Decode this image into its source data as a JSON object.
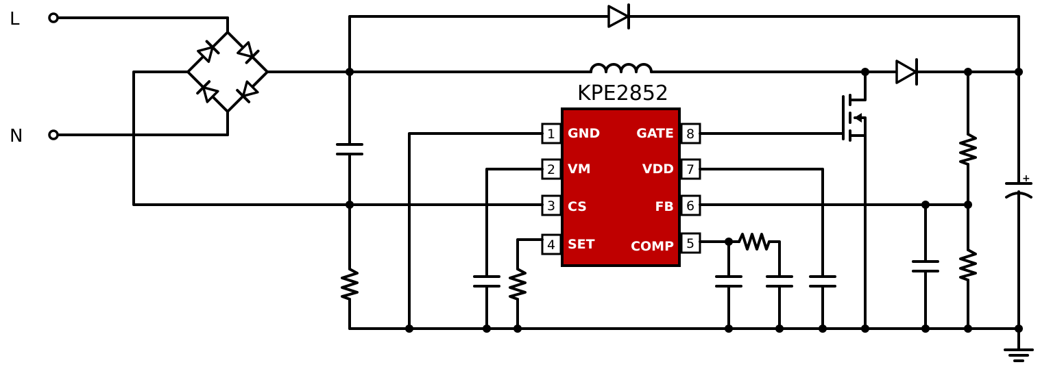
{
  "inputs": {
    "line": "L",
    "neutral": "N"
  },
  "ic": {
    "part_number": "KPE2852",
    "body_color": "#bf0000",
    "pins_left": [
      {
        "num": "1",
        "name": "GND"
      },
      {
        "num": "2",
        "name": "VM"
      },
      {
        "num": "3",
        "name": "CS"
      },
      {
        "num": "4",
        "name": "SET"
      }
    ],
    "pins_right": [
      {
        "num": "8",
        "name": "GATE"
      },
      {
        "num": "7",
        "name": "VDD"
      },
      {
        "num": "6",
        "name": "FB"
      },
      {
        "num": "5",
        "name": "COMP"
      }
    ]
  },
  "output_cap_polarity": "+",
  "components": [
    "bridge-rectifier-icon",
    "inductor-icon",
    "diode-icon",
    "mosfet-icon",
    "capacitor-icon",
    "resistor-icon",
    "electrolytic-capacitor-icon",
    "ground-icon"
  ]
}
